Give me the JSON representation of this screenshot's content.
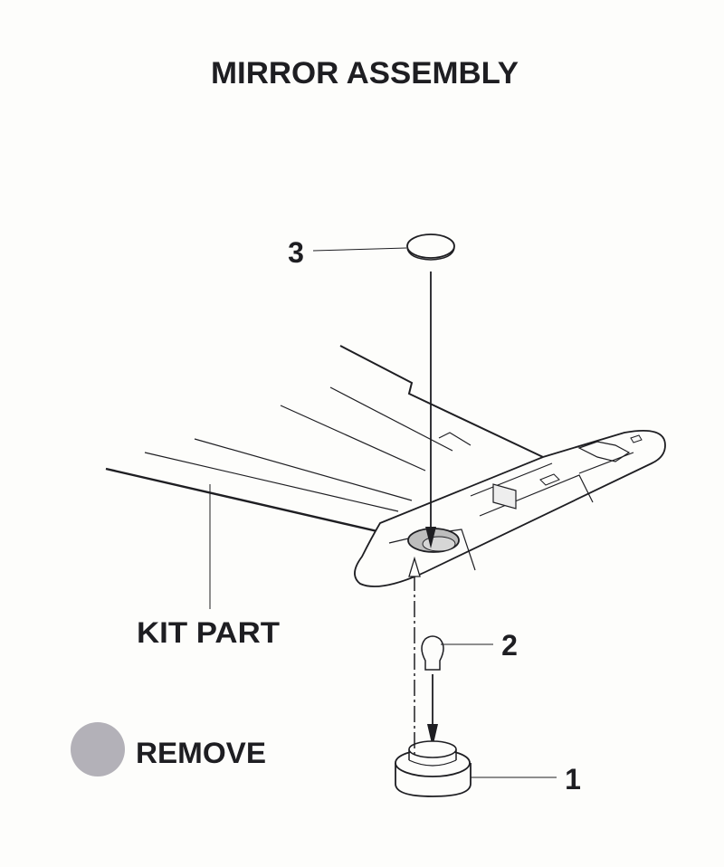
{
  "title": "MIRROR ASSEMBLY",
  "callouts": {
    "part1": "1",
    "part2": "2",
    "part3": "3"
  },
  "kit_part_label": "KIT PART",
  "legend": {
    "remove_label": "REMOVE",
    "remove_color": "#b3b1b8"
  },
  "colors": {
    "ink": "#1e1e22",
    "hole": "#bdbdbd"
  }
}
